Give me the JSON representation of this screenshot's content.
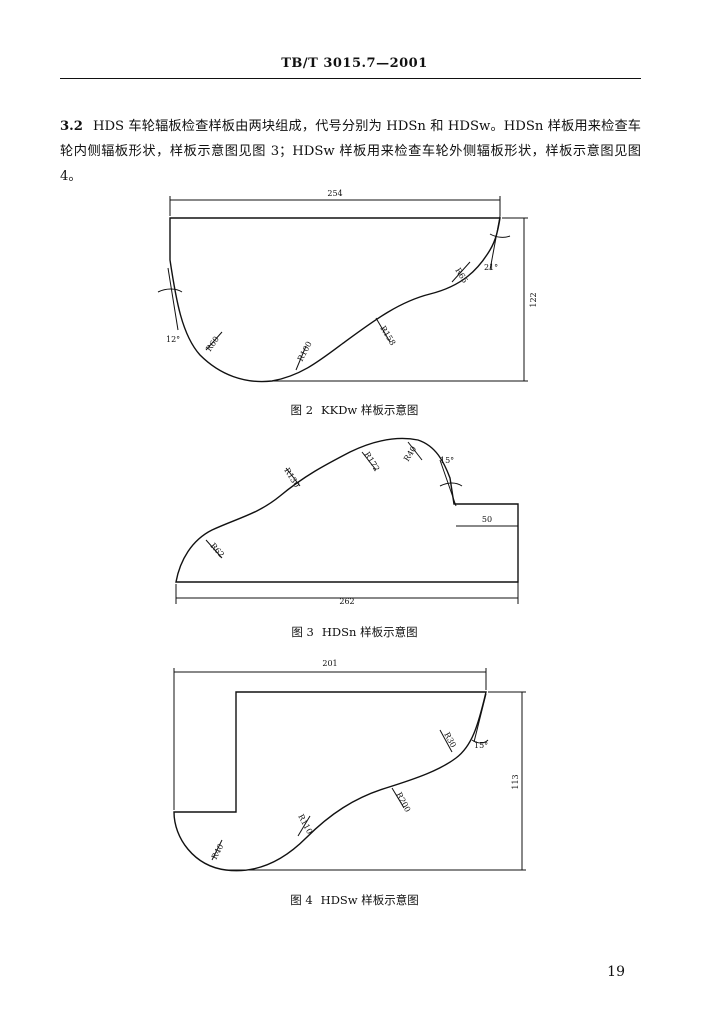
{
  "header": {
    "standard": "TB/T 3015.7—2001"
  },
  "section": {
    "number": "3.2",
    "text": "HDS 车轮辐板检查样板由两块组成，代号分别为 HDSn 和 HDSw。HDSn 样板用来检查车轮内侧辐板形状，样板示意图见图 3；HDSw 样板用来检查车轮外侧辐板形状，样板示意图见图 4。"
  },
  "figures": [
    {
      "id": "fig2",
      "number": "图 2",
      "title": "KKDw 样板示意图",
      "dimensions": {
        "width": "254",
        "height": "122"
      },
      "angles": {
        "left": "12°",
        "right": "21°"
      },
      "radii": [
        "R60",
        "R100",
        "R158",
        "R65"
      ]
    },
    {
      "id": "fig3",
      "number": "图 3",
      "title": "HDSn 样板示意图",
      "dimensions": {
        "width": "262",
        "step": "50"
      },
      "angles": {
        "right": "15°"
      },
      "radii": [
        "R62",
        "R130",
        "R172",
        "R40"
      ]
    },
    {
      "id": "fig4",
      "number": "图 4",
      "title": "HDSw 样板示意图",
      "dimensions": {
        "width": "201",
        "height": "113"
      },
      "angles": {
        "right": "15°"
      },
      "radii": [
        "R40",
        "R110",
        "R200",
        "R30"
      ]
    }
  ],
  "page_number": "19"
}
